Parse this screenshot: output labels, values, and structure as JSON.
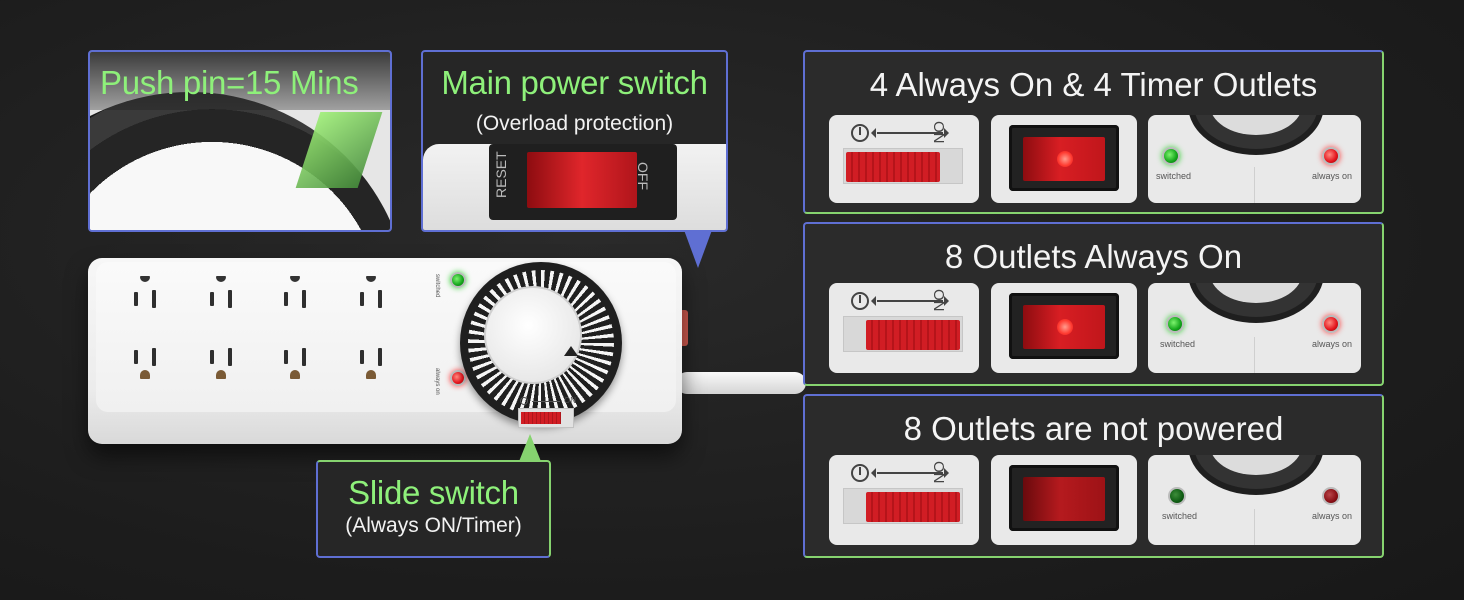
{
  "callouts": {
    "push_pin": {
      "title": "Push pin=15 Mins"
    },
    "main_power": {
      "title": "Main power switch",
      "subtitle": "(Overload protection)",
      "rocker_labels": {
        "reset": "RESET",
        "off": "OFF"
      }
    },
    "slide_switch": {
      "title": "Slide switch",
      "subtitle": "(Always ON/Timer)"
    }
  },
  "modes": [
    {
      "title": "4 Always On & 4 Timer Outlets",
      "slide_position": "ON-left",
      "rocker_state": "on",
      "switched_led": "on",
      "always_on_led": "on"
    },
    {
      "title": "8 Outlets Always On",
      "slide_position": "ON-right",
      "rocker_state": "on",
      "switched_led": "on",
      "always_on_led": "on"
    },
    {
      "title": "8 Outlets are not powered",
      "slide_position": "ON-right",
      "rocker_state": "off",
      "switched_led": "off",
      "always_on_led": "off"
    }
  ],
  "tile_labels": {
    "switched": "switched",
    "always_on": "always on",
    "on": "ON"
  },
  "strip": {
    "switched_label": "switched",
    "always_on_label": "always on",
    "switch_on_label": "ON"
  },
  "colors": {
    "accent_green": "#8ef07a",
    "border_blue": "#5f6fd3",
    "border_green": "#86d36f",
    "switch_red": "#d11d24"
  }
}
